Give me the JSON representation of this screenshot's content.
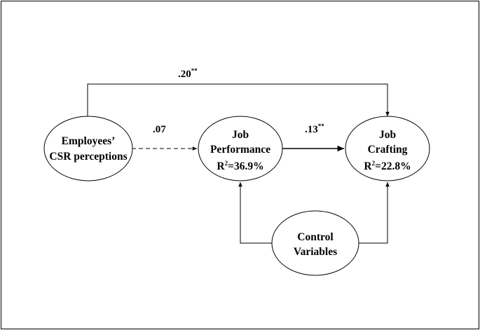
{
  "nodes": {
    "csr": {
      "line1": "Employees’",
      "line2": "CSR perceptions"
    },
    "performance": {
      "line1": "Job",
      "line2": "Performance",
      "r2_prefix": "R",
      "r2_exp": "2",
      "r2_value": "=36.9%"
    },
    "crafting": {
      "line1": "Job",
      "line2": "Crafting",
      "r2_prefix": "R",
      "r2_exp": "2",
      "r2_value": "=22.8%"
    },
    "control": {
      "line1": "Control",
      "line2": "Variables"
    }
  },
  "paths": {
    "csr_to_crafting": {
      "value": ".20",
      "sig": "**"
    },
    "csr_to_performance": {
      "value": ".07",
      "sig": ""
    },
    "performance_to_crafting": {
      "value": ".13",
      "sig": "**"
    }
  }
}
